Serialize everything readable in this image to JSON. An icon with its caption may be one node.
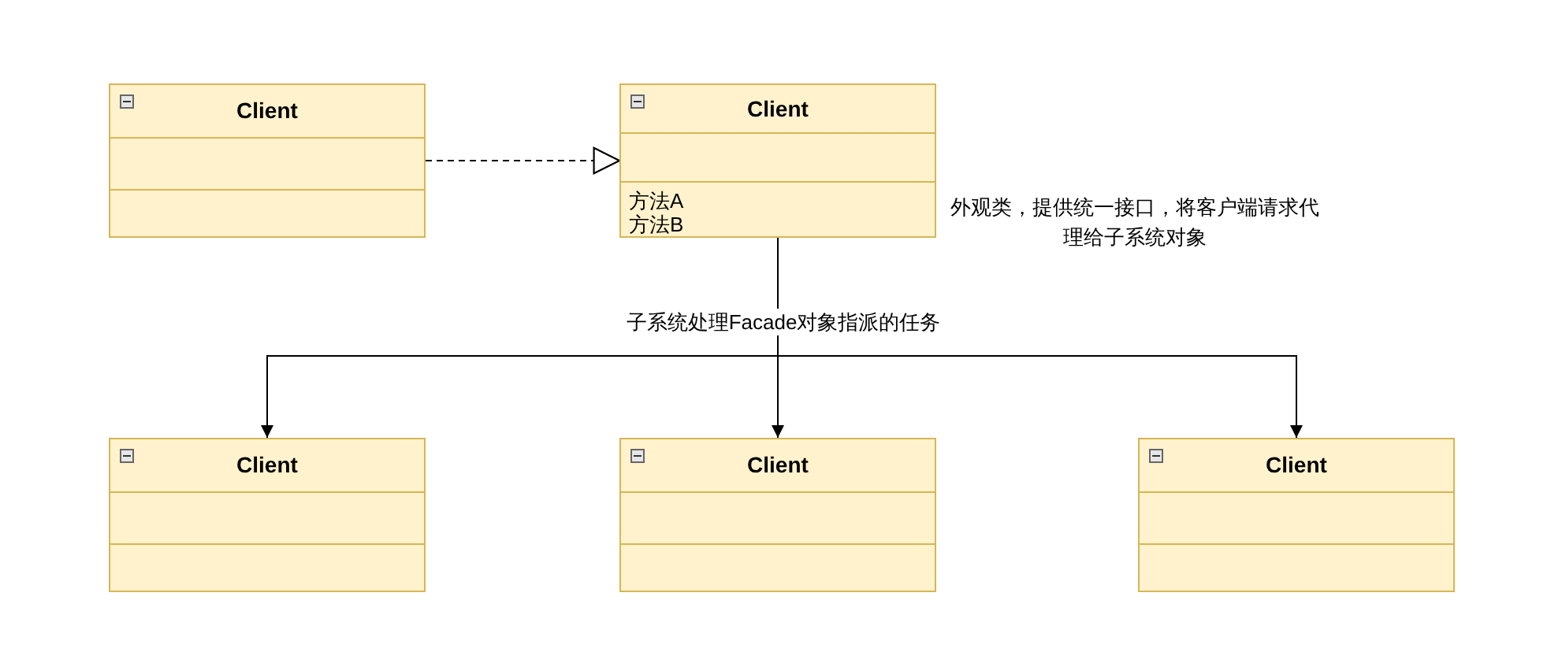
{
  "diagram": {
    "nodes": [
      {
        "text": [
          "Client"
        ]
      },
      {
        "text": [
          "Client",
          "方法A",
          "方法B"
        ]
      },
      {
        "text": [
          "Client"
        ]
      },
      {
        "text": [
          "Client"
        ]
      },
      {
        "text": [
          "Client"
        ]
      }
    ],
    "edges": [
      {
        "from": 0,
        "to": 1,
        "arrow": "to",
        "style": "dashed"
      },
      {
        "from": 1,
        "to": 2,
        "arrow": "to"
      },
      {
        "from": 1,
        "to": 3,
        "arrow": "to"
      },
      {
        "from": 1,
        "to": 4,
        "arrow": "to"
      }
    ],
    "labels": [
      "外观类，提供统一接口，将客户端请求代理给子系统对象",
      "子系统处理Facade对象指派的任务"
    ]
  }
}
